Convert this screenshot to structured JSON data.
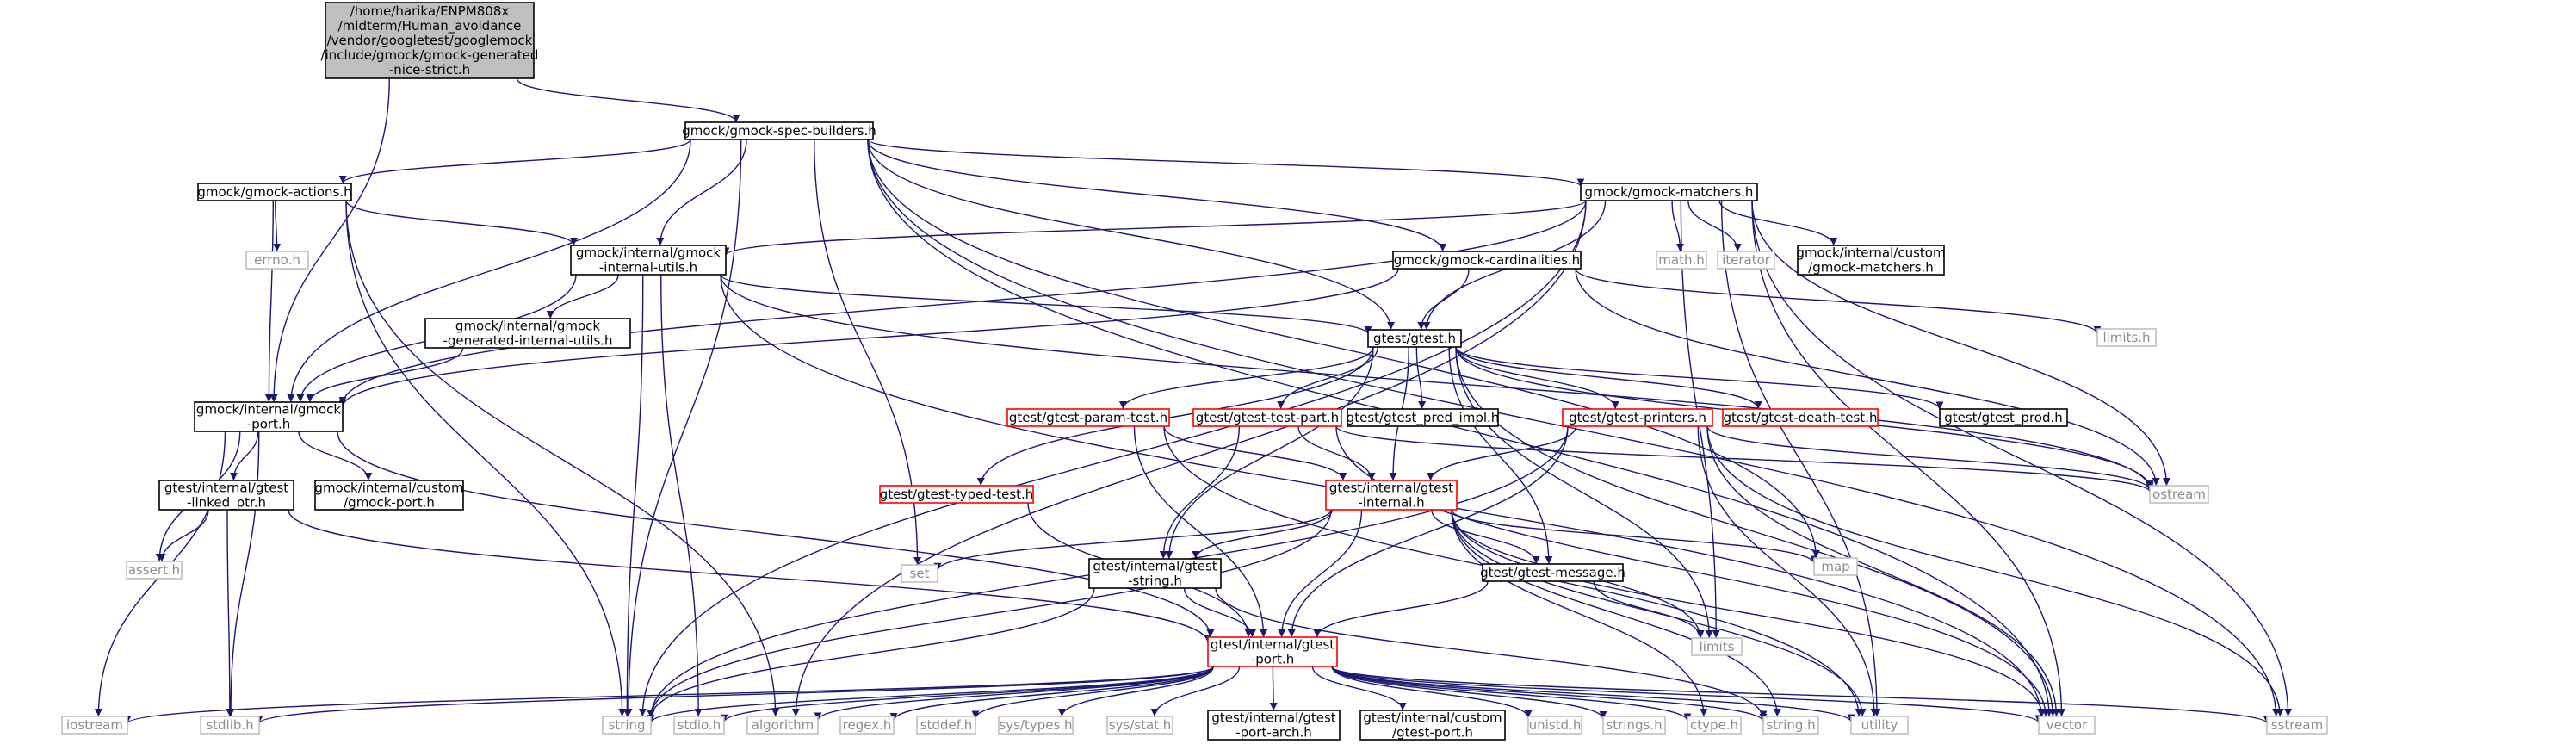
{
  "colors": {
    "edge": "#191970",
    "root_fill": "#bfbfbf",
    "node_border": "#000000",
    "missing_border": "#ff0000",
    "system_border": "#bfbfbf",
    "system_text": "#8c8c8c",
    "text": "#000000"
  },
  "nodes": [
    {
      "id": "root",
      "kind": "root",
      "lines": [
        "/home/harika/ENPM808x",
        "/midterm/Human_avoidance",
        "/vendor/googletest/googlemock",
        "/include/gmock/gmock-generated",
        "-nice-strict.h"
      ]
    },
    {
      "id": "specbuilders",
      "kind": "normal",
      "lines": [
        "gmock/gmock-spec-builders.h"
      ]
    },
    {
      "id": "actions",
      "kind": "normal",
      "lines": [
        "gmock/gmock-actions.h"
      ]
    },
    {
      "id": "matchers",
      "kind": "normal",
      "lines": [
        "gmock/gmock-matchers.h"
      ]
    },
    {
      "id": "errno",
      "kind": "system",
      "lines": [
        "errno.h"
      ]
    },
    {
      "id": "internalutils",
      "kind": "normal",
      "lines": [
        "gmock/internal/gmock",
        "-internal-utils.h"
      ]
    },
    {
      "id": "cardinalities",
      "kind": "normal",
      "lines": [
        "gmock/gmock-cardinalities.h"
      ]
    },
    {
      "id": "math",
      "kind": "system",
      "lines": [
        "math.h"
      ]
    },
    {
      "id": "iterator",
      "kind": "system",
      "lines": [
        "iterator"
      ]
    },
    {
      "id": "custommatchers",
      "kind": "normal",
      "lines": [
        "gmock/internal/custom",
        "/gmock-matchers.h"
      ]
    },
    {
      "id": "generatedutils",
      "kind": "normal",
      "lines": [
        "gmock/internal/gmock",
        "-generated-internal-utils.h"
      ]
    },
    {
      "id": "gtest",
      "kind": "normal",
      "lines": [
        "gtest/gtest.h"
      ]
    },
    {
      "id": "limitsh",
      "kind": "system",
      "lines": [
        "limits.h"
      ]
    },
    {
      "id": "gmockport",
      "kind": "normal",
      "lines": [
        "gmock/internal/gmock",
        "-port.h"
      ]
    },
    {
      "id": "paramtest",
      "kind": "missing",
      "lines": [
        "gtest/gtest-param-test.h"
      ]
    },
    {
      "id": "testpart",
      "kind": "missing",
      "lines": [
        "gtest/gtest-test-part.h"
      ]
    },
    {
      "id": "predimpl",
      "kind": "normal",
      "lines": [
        "gtest/gtest_pred_impl.h"
      ]
    },
    {
      "id": "printers",
      "kind": "missing",
      "lines": [
        "gtest/gtest-printers.h"
      ]
    },
    {
      "id": "deathtest",
      "kind": "missing",
      "lines": [
        "gtest/gtest-death-test.h"
      ]
    },
    {
      "id": "prod",
      "kind": "normal",
      "lines": [
        "gtest/gtest_prod.h"
      ]
    },
    {
      "id": "linkedptr",
      "kind": "normal",
      "lines": [
        "gtest/internal/gtest",
        "-linked_ptr.h"
      ]
    },
    {
      "id": "customport",
      "kind": "normal",
      "lines": [
        "gmock/internal/custom",
        "/gmock-port.h"
      ]
    },
    {
      "id": "typedtest",
      "kind": "missing",
      "lines": [
        "gtest/gtest-typed-test.h"
      ]
    },
    {
      "id": "gtestinternal",
      "kind": "missing",
      "lines": [
        "gtest/internal/gtest",
        "-internal.h"
      ]
    },
    {
      "id": "ostream",
      "kind": "system",
      "lines": [
        "ostream"
      ]
    },
    {
      "id": "assert",
      "kind": "system",
      "lines": [
        "assert.h"
      ]
    },
    {
      "id": "set",
      "kind": "system",
      "lines": [
        "set"
      ]
    },
    {
      "id": "gteststring",
      "kind": "normal",
      "lines": [
        "gtest/internal/gtest",
        "-string.h"
      ]
    },
    {
      "id": "message",
      "kind": "normal",
      "lines": [
        "gtest/gtest-message.h"
      ]
    },
    {
      "id": "map",
      "kind": "system",
      "lines": [
        "map"
      ]
    },
    {
      "id": "limits",
      "kind": "system",
      "lines": [
        "limits"
      ]
    },
    {
      "id": "gtestport",
      "kind": "missing",
      "lines": [
        "gtest/internal/gtest",
        "-port.h"
      ]
    },
    {
      "id": "iostream",
      "kind": "system",
      "lines": [
        "iostream"
      ]
    },
    {
      "id": "stdlib",
      "kind": "system",
      "lines": [
        "stdlib.h"
      ]
    },
    {
      "id": "string",
      "kind": "system",
      "lines": [
        "string"
      ]
    },
    {
      "id": "stdio",
      "kind": "system",
      "lines": [
        "stdio.h"
      ]
    },
    {
      "id": "algorithm",
      "kind": "system",
      "lines": [
        "algorithm"
      ]
    },
    {
      "id": "regex",
      "kind": "system",
      "lines": [
        "regex.h"
      ]
    },
    {
      "id": "stddef",
      "kind": "system",
      "lines": [
        "stddef.h"
      ]
    },
    {
      "id": "systypes",
      "kind": "system",
      "lines": [
        "sys/types.h"
      ]
    },
    {
      "id": "sysstat",
      "kind": "system",
      "lines": [
        "sys/stat.h"
      ]
    },
    {
      "id": "portarch",
      "kind": "normal",
      "lines": [
        "gtest/internal/gtest",
        "-port-arch.h"
      ]
    },
    {
      "id": "gtestcustomport",
      "kind": "normal",
      "lines": [
        "gtest/internal/custom",
        "/gtest-port.h"
      ]
    },
    {
      "id": "unistd",
      "kind": "system",
      "lines": [
        "unistd.h"
      ]
    },
    {
      "id": "strings",
      "kind": "system",
      "lines": [
        "strings.h"
      ]
    },
    {
      "id": "ctype",
      "kind": "system",
      "lines": [
        "ctype.h"
      ]
    },
    {
      "id": "stringh",
      "kind": "system",
      "lines": [
        "string.h"
      ]
    },
    {
      "id": "utility",
      "kind": "system",
      "lines": [
        "utility"
      ]
    },
    {
      "id": "vector",
      "kind": "system",
      "lines": [
        "vector"
      ]
    },
    {
      "id": "sstream",
      "kind": "system",
      "lines": [
        "sstream"
      ]
    }
  ],
  "edges": [
    [
      "root",
      "specbuilders"
    ],
    [
      "root",
      "gmockport"
    ],
    [
      "specbuilders",
      "actions"
    ],
    [
      "specbuilders",
      "matchers"
    ],
    [
      "specbuilders",
      "internalutils"
    ],
    [
      "specbuilders",
      "cardinalities"
    ],
    [
      "specbuilders",
      "gtest"
    ],
    [
      "specbuilders",
      "gmockport"
    ],
    [
      "specbuilders",
      "string"
    ],
    [
      "specbuilders",
      "set"
    ],
    [
      "specbuilders",
      "map"
    ],
    [
      "specbuilders",
      "sstream"
    ],
    [
      "specbuilders",
      "vector"
    ],
    [
      "actions",
      "errno"
    ],
    [
      "actions",
      "internalutils"
    ],
    [
      "actions",
      "gmockport"
    ],
    [
      "actions",
      "algorithm"
    ],
    [
      "actions",
      "string"
    ],
    [
      "matchers",
      "internalutils"
    ],
    [
      "matchers",
      "gmockport"
    ],
    [
      "matchers",
      "gtest"
    ],
    [
      "matchers",
      "math"
    ],
    [
      "matchers",
      "iterator"
    ],
    [
      "matchers",
      "custommatchers"
    ],
    [
      "matchers",
      "string"
    ],
    [
      "matchers",
      "algorithm"
    ],
    [
      "matchers",
      "ostream"
    ],
    [
      "matchers",
      "limits"
    ],
    [
      "matchers",
      "utility"
    ],
    [
      "matchers",
      "vector"
    ],
    [
      "matchers",
      "sstream"
    ],
    [
      "internalutils",
      "generatedutils"
    ],
    [
      "internalutils",
      "gmockport"
    ],
    [
      "internalutils",
      "gtest"
    ],
    [
      "internalutils",
      "string"
    ],
    [
      "internalutils",
      "stdio"
    ],
    [
      "internalutils",
      "ostream"
    ],
    [
      "internalutils",
      "vector"
    ],
    [
      "cardinalities",
      "gtest"
    ],
    [
      "cardinalities",
      "gmockport"
    ],
    [
      "cardinalities",
      "limitsh"
    ],
    [
      "cardinalities",
      "ostream"
    ],
    [
      "generatedutils",
      "gmockport"
    ],
    [
      "gtest",
      "paramtest"
    ],
    [
      "gtest",
      "testpart"
    ],
    [
      "gtest",
      "predimpl"
    ],
    [
      "gtest",
      "printers"
    ],
    [
      "gtest",
      "deathtest"
    ],
    [
      "gtest",
      "prod"
    ],
    [
      "gtest",
      "typedtest"
    ],
    [
      "gtest",
      "gtestinternal"
    ],
    [
      "gtest",
      "gteststring"
    ],
    [
      "gtest",
      "message"
    ],
    [
      "gtest",
      "ostream"
    ],
    [
      "gtest",
      "limits"
    ],
    [
      "gtest",
      "vector"
    ],
    [
      "gmockport",
      "linkedptr"
    ],
    [
      "gmockport",
      "customport"
    ],
    [
      "gmockport",
      "gtestport"
    ],
    [
      "gmockport",
      "assert"
    ],
    [
      "gmockport",
      "stdlib"
    ],
    [
      "gmockport",
      "iostream"
    ],
    [
      "paramtest",
      "gtestinternal"
    ],
    [
      "paramtest",
      "gtestport"
    ],
    [
      "paramtest",
      "utility"
    ],
    [
      "testpart",
      "gtestinternal"
    ],
    [
      "testpart",
      "gteststring"
    ],
    [
      "testpart",
      "ostream"
    ],
    [
      "testpart",
      "vector"
    ],
    [
      "printers",
      "gtestinternal"
    ],
    [
      "printers",
      "gtestport"
    ],
    [
      "printers",
      "ostream"
    ],
    [
      "printers",
      "sstream"
    ],
    [
      "printers",
      "string"
    ],
    [
      "printers",
      "utility"
    ],
    [
      "printers",
      "vector"
    ],
    [
      "typedtest",
      "gtestport"
    ],
    [
      "linkedptr",
      "assert"
    ],
    [
      "linkedptr",
      "stdlib"
    ],
    [
      "linkedptr",
      "gtestport"
    ],
    [
      "gtestinternal",
      "gteststring"
    ],
    [
      "gtestinternal",
      "message"
    ],
    [
      "gtestinternal",
      "gtestport"
    ],
    [
      "gtestinternal",
      "set"
    ],
    [
      "gtestinternal",
      "map"
    ],
    [
      "gtestinternal",
      "limits"
    ],
    [
      "gtestinternal",
      "string"
    ],
    [
      "gtestinternal",
      "ctype"
    ],
    [
      "gtestinternal",
      "stringh"
    ],
    [
      "gtestinternal",
      "utility"
    ],
    [
      "gtestinternal",
      "vector"
    ],
    [
      "gteststring",
      "gtestport"
    ],
    [
      "gteststring",
      "string"
    ],
    [
      "gteststring",
      "stringh"
    ],
    [
      "message",
      "gtestport"
    ],
    [
      "message",
      "limits"
    ],
    [
      "gtestport",
      "iostream"
    ],
    [
      "gtestport",
      "stdlib"
    ],
    [
      "gtestport",
      "string"
    ],
    [
      "gtestport",
      "stdio"
    ],
    [
      "gtestport",
      "algorithm"
    ],
    [
      "gtestport",
      "regex"
    ],
    [
      "gtestport",
      "stddef"
    ],
    [
      "gtestport",
      "systypes"
    ],
    [
      "gtestport",
      "sysstat"
    ],
    [
      "gtestport",
      "portarch"
    ],
    [
      "gtestport",
      "gtestcustomport"
    ],
    [
      "gtestport",
      "unistd"
    ],
    [
      "gtestport",
      "strings"
    ],
    [
      "gtestport",
      "ctype"
    ],
    [
      "gtestport",
      "stringh"
    ],
    [
      "gtestport",
      "utility"
    ],
    [
      "gtestport",
      "vector"
    ],
    [
      "gtestport",
      "sstream"
    ]
  ]
}
